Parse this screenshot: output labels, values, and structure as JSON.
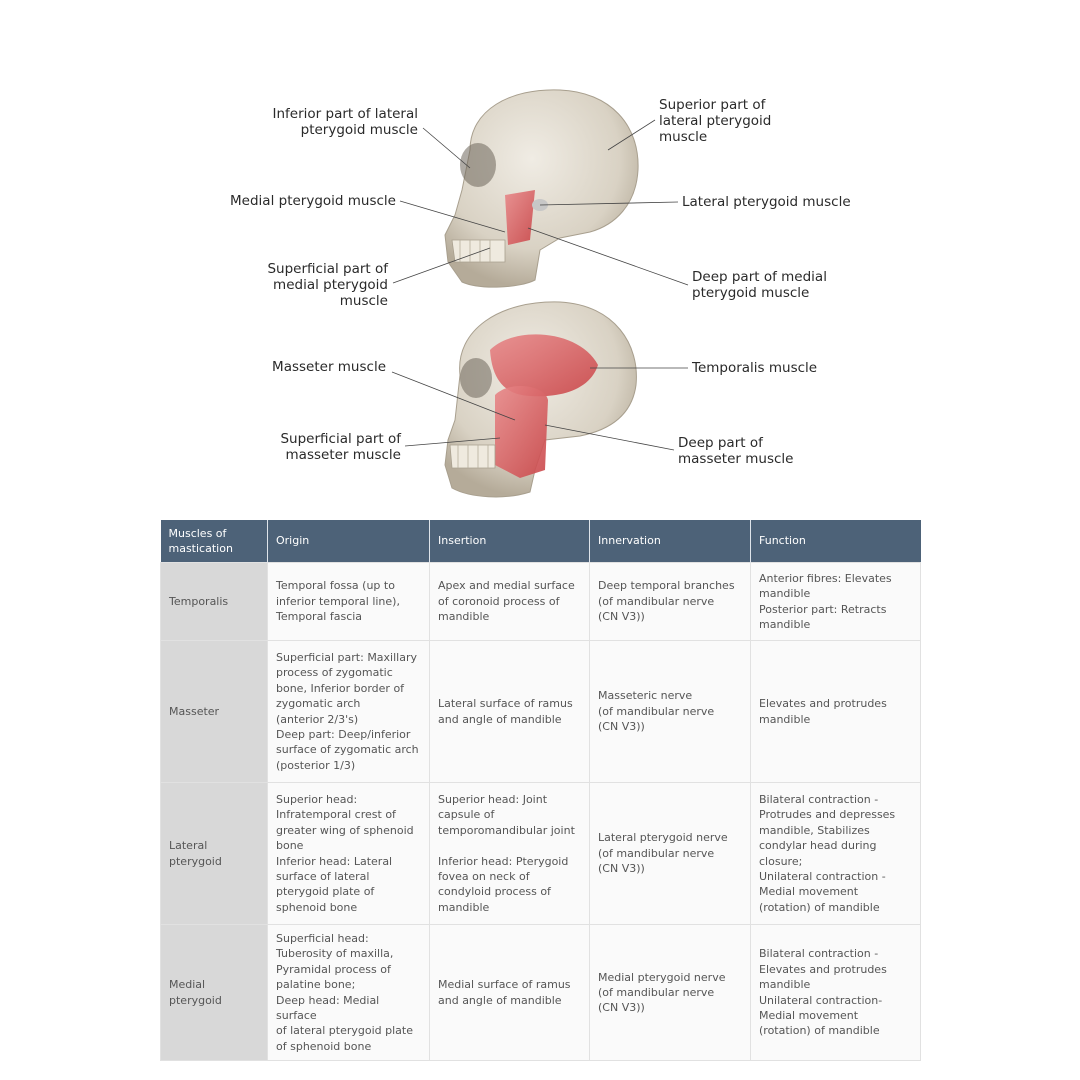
{
  "figure": {
    "top_labels": {
      "inferior_lateral": "Inferior part of lateral\npterygoid muscle",
      "medial_pterygoid": "Medial pterygoid muscle",
      "superficial_medial": "Superficial part of\nmedial pterygoid\nmuscle",
      "superior_lateral": "Superior part of\nlateral pterygoid\nmuscle",
      "lateral_pterygoid": "Lateral pterygoid muscle",
      "deep_medial": "Deep part of medial\npterygoid muscle"
    },
    "bottom_labels": {
      "masseter": "Masseter muscle",
      "superficial_masseter": "Superficial part of\nmasseter muscle",
      "temporalis": "Temporalis muscle",
      "deep_masseter": "Deep part of\nmasseter muscle"
    }
  },
  "table": {
    "headers": [
      "Muscles of\nmastication",
      "Origin",
      "Insertion",
      "Innervation",
      "Function"
    ],
    "rows": [
      {
        "muscle": "Temporalis",
        "origin": "Temporal fossa (up to\ninferior temporal line),\nTemporal fascia",
        "insertion": "Apex and medial surface\nof coronoid process of\nmandible",
        "innervation": "Deep temporal branches\n(of mandibular nerve\n(CN V3))",
        "function": "Anterior fibres: Elevates\nmandible\nPosterior part: Retracts\nmandible"
      },
      {
        "muscle": "Masseter",
        "origin": "Superficial part: Maxillary\nprocess of zygomatic\nbone, Inferior border of\nzygomatic arch\n(anterior 2/3's)\nDeep part: Deep/inferior\nsurface of zygomatic arch\n(posterior 1/3)",
        "insertion": "Lateral surface of ramus\nand angle of mandible",
        "innervation": "Masseteric nerve\n(of mandibular nerve\n(CN V3))",
        "function": "Elevates and protrudes\nmandible"
      },
      {
        "muscle": "Lateral\npterygoid",
        "origin": "Superior head:\nInfratemporal crest of\ngreater wing of sphenoid\nbone\nInferior head: Lateral\nsurface of lateral\npterygoid plate of\nsphenoid bone",
        "insertion": "Superior head: Joint\ncapsule of\ntemporomandibular joint\n\nInferior head: Pterygoid\nfovea on neck of\ncondyloid process of\nmandible",
        "innervation": "Lateral pterygoid nerve\n(of mandibular nerve\n(CN V3))",
        "function": "Bilateral contraction -\nProtrudes and depresses\nmandible, Stabilizes\ncondylar head during\nclosure;\nUnilateral contraction -\nMedial movement\n(rotation) of mandible"
      },
      {
        "muscle": "Medial\npterygoid",
        "origin": "Superficial head:\nTuberosity of maxilla,\nPyramidal process of\npalatine bone;\nDeep head: Medial surface\nof lateral pterygoid plate\nof sphenoid bone",
        "insertion": "Medial surface of ramus\nand angle of mandible",
        "innervation": "Medial pterygoid nerve\n(of mandibular nerve\n(CN V3))",
        "function": "Bilateral contraction -\nElevates and protrudes\nmandible\nUnilateral contraction-\nMedial movement\n(rotation) of mandible"
      }
    ]
  },
  "colors": {
    "header_bg": "#4d6278",
    "rowhead_bg": "#d8d8d8",
    "muscle_red": "#d9534f",
    "bone": "#ded8cc"
  }
}
